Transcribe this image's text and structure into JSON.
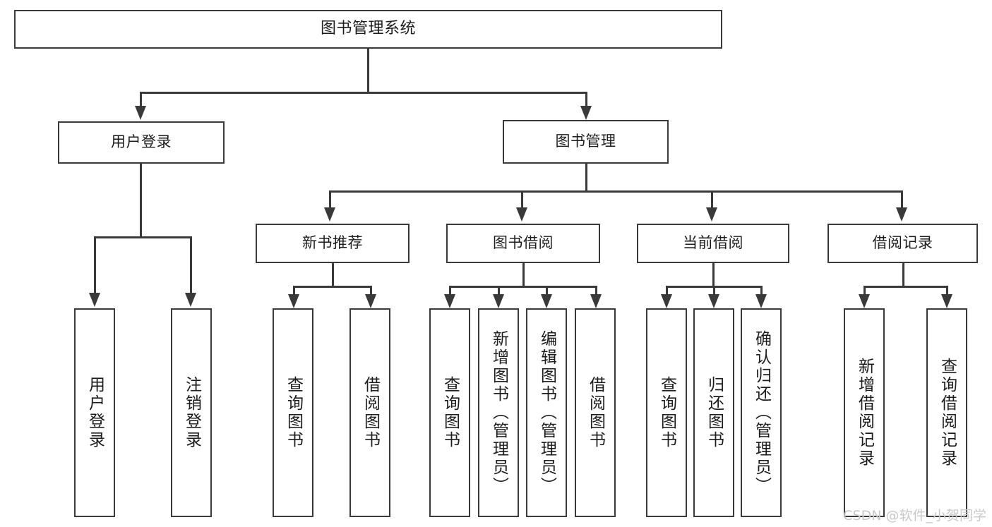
{
  "diagram": {
    "type": "tree-hierarchy",
    "title": "图书管理系统",
    "watermark": "CSDN @软件_小贺同学",
    "colors": {
      "box_border": "#3a3a3a",
      "box_fill": "#ffffff",
      "connector": "#3a3a3a",
      "text": "#1c1c1c",
      "watermark": "#c9c9c9",
      "background": "#ffffff"
    }
  },
  "nodes": {
    "root": {
      "label": "图书管理系统"
    },
    "level2": [
      {
        "label": "用户登录"
      },
      {
        "label": "图书管理"
      }
    ],
    "level3": [
      {
        "label": "新书推荐"
      },
      {
        "label": "图书借阅"
      },
      {
        "label": "当前借阅"
      },
      {
        "label": "借阅记录"
      }
    ],
    "leaves": {
      "user_login": [
        {
          "label": "用户登录"
        },
        {
          "label": "注销登录"
        }
      ],
      "new_book": [
        {
          "label": "查询图书"
        },
        {
          "label": "借阅图书"
        }
      ],
      "book_borrow": [
        {
          "label": "查询图书"
        },
        {
          "label": "新增图书（管理员）"
        },
        {
          "label": "编辑图书（管理员）"
        },
        {
          "label": "借阅图书"
        }
      ],
      "current_borrow": [
        {
          "label": "查询图书"
        },
        {
          "label": "归还图书"
        },
        {
          "label": "确认归还（管理员）"
        }
      ],
      "borrow_record": [
        {
          "label": "新增借阅记录"
        },
        {
          "label": "查询借阅记录"
        }
      ]
    }
  }
}
